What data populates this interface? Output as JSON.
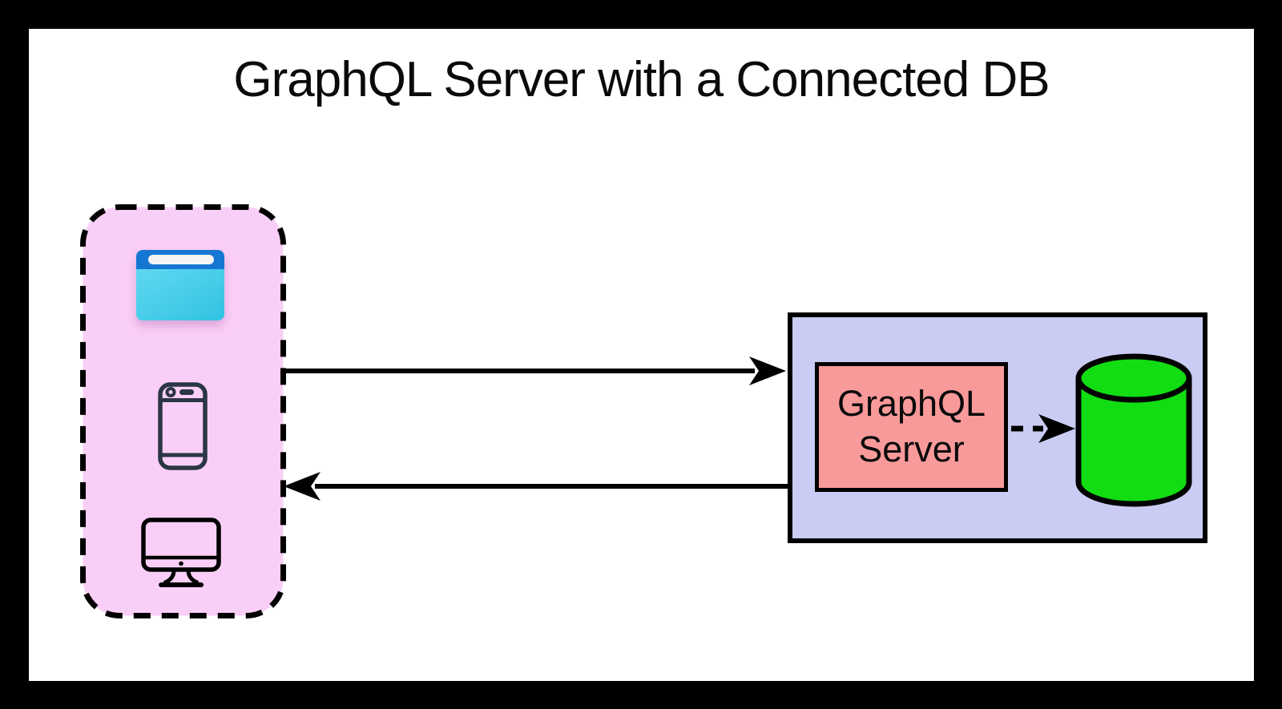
{
  "title": "GraphQL Server with a Connected DB",
  "clients_group": {
    "description": "group of client devices",
    "border_style": "dashed",
    "icons": [
      {
        "name": "browser-icon"
      },
      {
        "name": "smartphone-icon"
      },
      {
        "name": "desktop-icon"
      }
    ]
  },
  "server_group": {
    "server_label": "GraphQL Server",
    "database_icon": "database-cylinder-icon"
  },
  "connections": [
    {
      "from": "clients",
      "to": "graphql-server",
      "style": "solid",
      "direction": "right"
    },
    {
      "from": "graphql-server",
      "to": "clients",
      "style": "solid",
      "direction": "left"
    },
    {
      "from": "graphql-server",
      "to": "database",
      "style": "dashed",
      "direction": "right"
    }
  ],
  "colors": {
    "frame_bg": "#000000",
    "canvas_bg": "#ffffff",
    "outline": "#000000",
    "clients_box_fill": "#facff7",
    "server_box_fill": "#cbccf4",
    "graphql_box_fill": "#f99a9a",
    "database_fill": "#12dd12",
    "browser_top": "#1677d3",
    "browser_body": "#33cdee",
    "device_outline": "#2b3644"
  }
}
